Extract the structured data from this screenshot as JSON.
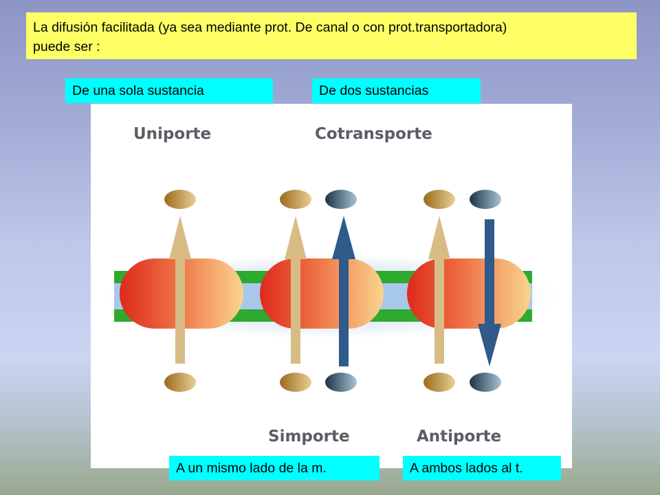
{
  "title": {
    "line1": "La difusión facilitada (ya sea mediante prot. De canal o con prot.transportadora)",
    "line2": "puede ser :"
  },
  "labels": {
    "single": "De una sola sustancia",
    "two": "De dos  sustancias",
    "same_side": "A un mismo lado de la m.",
    "both_sides": "A ambos lados al t."
  },
  "diagram": {
    "uniport": "Uniporte",
    "cotransport": "Cotransporte",
    "symport": "Simporte",
    "antiport": "Antiporte"
  },
  "colors": {
    "title_bg": "#ffff66",
    "label_bg": "#00ffff",
    "membrane_green": "#2eaa2e",
    "substance_a": "#d2b67e",
    "substance_b": "#2f5a8a"
  }
}
